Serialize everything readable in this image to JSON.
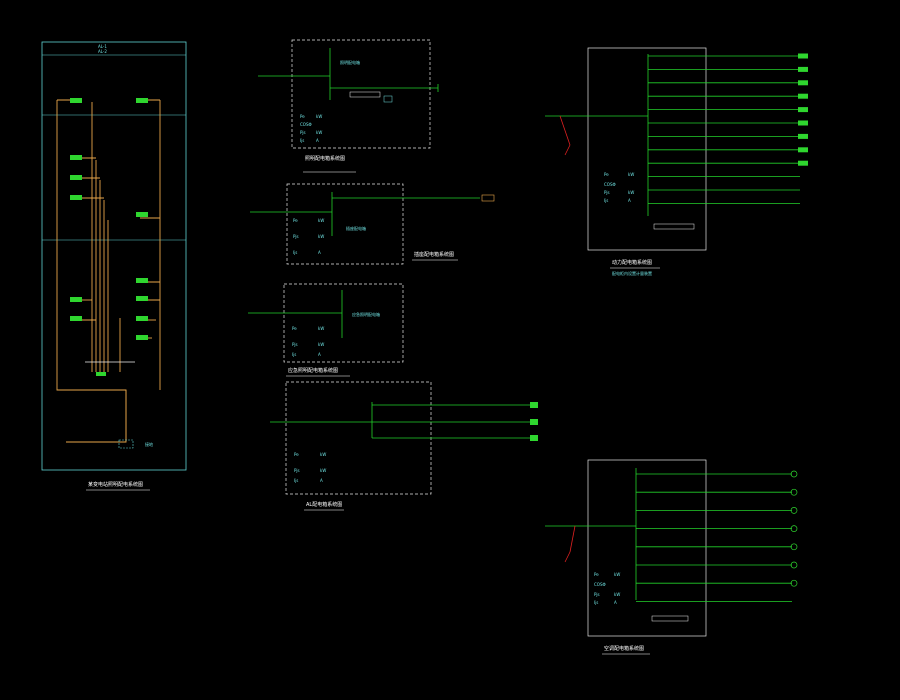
{
  "colors": {
    "background": "#000000",
    "frame_cyan": "#5fd3d3",
    "dash_white": "#e6e6e6",
    "wire_orange": "#e8a64a",
    "line_green": "#22d12a",
    "line_white": "#f0f0f0",
    "text_cyan": "#6fe0e0",
    "text_white": "#ffffff",
    "breaker_green": "#2fd62f",
    "pointer_red": "#e02020"
  },
  "riser": {
    "title": "某变电站照明配电系统图",
    "header": "AL-1\nAL-2"
  },
  "diagram_a": {
    "caption": "照明配电箱系统图"
  },
  "diagram_b": {
    "caption": "插座配电箱系统图"
  },
  "diagram_c": {
    "caption": "应急照明配电箱系统图"
  },
  "diagram_d": {
    "caption": "AL配电箱系统图"
  },
  "diagram_e": {
    "caption": "动力配电箱系统图",
    "subcaption": "配电柜内设置计量装置"
  },
  "diagram_f": {
    "caption": "空调配电箱系统图"
  }
}
